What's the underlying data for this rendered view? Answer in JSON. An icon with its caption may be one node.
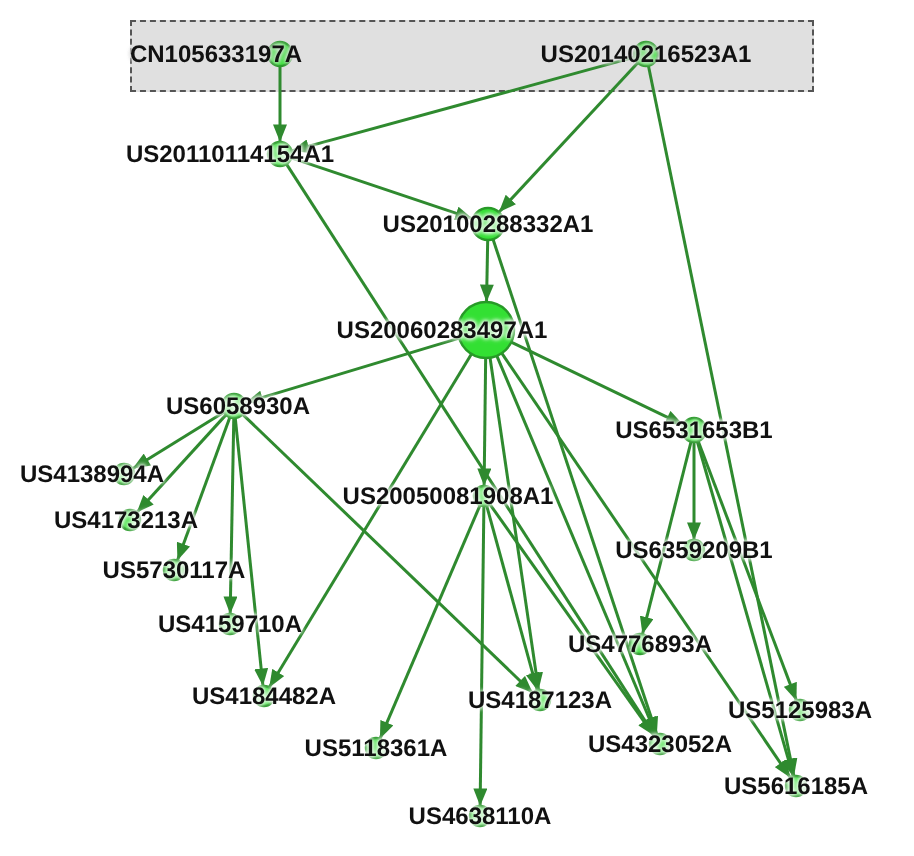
{
  "diagram": {
    "nodes": [
      {
        "text": [],
        "shape": "box"
      },
      {
        "text": [
          "CN105633197A"
        ],
        "in": 0
      },
      {
        "text": [
          "US20140216523A1"
        ],
        "in": 0
      },
      {
        "text": [
          "US20110114154A1"
        ]
      },
      {
        "text": [
          "US20100288332A1"
        ]
      },
      {
        "text": [
          "US20060283497A1"
        ]
      },
      {
        "text": [
          "US6058930A"
        ]
      },
      {
        "text": [
          "US6531653B1"
        ]
      },
      {
        "text": [
          "US4138994A"
        ]
      },
      {
        "text": [
          "US20050081908A1"
        ]
      },
      {
        "text": [
          "US4173213A"
        ]
      },
      {
        "text": [
          "US6359209B1"
        ]
      },
      {
        "text": [
          "US5730117A"
        ]
      },
      {
        "text": [
          "US4159710A"
        ]
      },
      {
        "text": [
          "US4776893A"
        ]
      },
      {
        "text": [
          "US4184482A"
        ]
      },
      {
        "text": [
          "US4187123A"
        ]
      },
      {
        "text": [
          "US5125983A"
        ]
      },
      {
        "text": [
          "US5118361A"
        ]
      },
      {
        "text": [
          "US4323052A"
        ]
      },
      {
        "text": [
          "US4638110A"
        ]
      },
      {
        "text": [
          "US5616185A"
        ]
      }
    ],
    "edges": [
      {
        "from": 1,
        "to": 3,
        "arrow": "to"
      },
      {
        "from": 2,
        "to": 3,
        "arrow": "to"
      },
      {
        "from": 2,
        "to": 4,
        "arrow": "to"
      },
      {
        "from": 2,
        "to": 21,
        "arrow": "to"
      },
      {
        "from": 3,
        "to": 4,
        "arrow": "to"
      },
      {
        "from": 3,
        "to": 19,
        "arrow": "to"
      },
      {
        "from": 4,
        "to": 5,
        "arrow": "to"
      },
      {
        "from": 4,
        "to": 19,
        "arrow": "to"
      },
      {
        "from": 5,
        "to": 6,
        "arrow": "to"
      },
      {
        "from": 5,
        "to": 7,
        "arrow": "to"
      },
      {
        "from": 5,
        "to": 9,
        "arrow": "to"
      },
      {
        "from": 5,
        "to": 15,
        "arrow": "to"
      },
      {
        "from": 5,
        "to": 16,
        "arrow": "to"
      },
      {
        "from": 5,
        "to": 19,
        "arrow": "to"
      },
      {
        "from": 5,
        "to": 21,
        "arrow": "to"
      },
      {
        "from": 6,
        "to": 8,
        "arrow": "to"
      },
      {
        "from": 6,
        "to": 10,
        "arrow": "to"
      },
      {
        "from": 6,
        "to": 12,
        "arrow": "to"
      },
      {
        "from": 6,
        "to": 13,
        "arrow": "to"
      },
      {
        "from": 6,
        "to": 15,
        "arrow": "to"
      },
      {
        "from": 6,
        "to": 16,
        "arrow": "to"
      },
      {
        "from": 7,
        "to": 11,
        "arrow": "to"
      },
      {
        "from": 7,
        "to": 14,
        "arrow": "to"
      },
      {
        "from": 7,
        "to": 17,
        "arrow": "to"
      },
      {
        "from": 7,
        "to": 21,
        "arrow": "to"
      },
      {
        "from": 9,
        "to": 18,
        "arrow": "to"
      },
      {
        "from": 9,
        "to": 20,
        "arrow": "to"
      },
      {
        "from": 9,
        "to": 16,
        "arrow": "to"
      },
      {
        "from": 9,
        "to": 19,
        "arrow": "to"
      }
    ]
  }
}
